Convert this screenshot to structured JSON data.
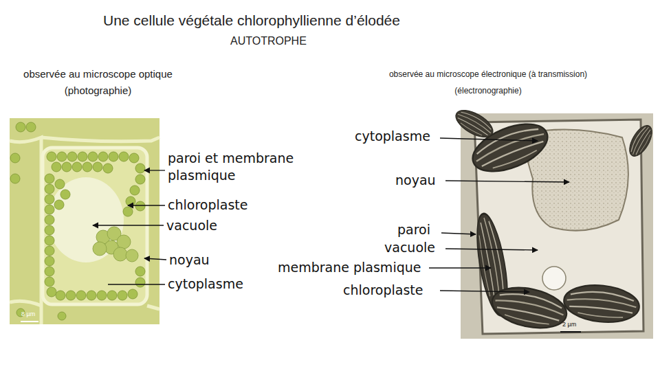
{
  "diagram": {
    "title": "Une cellule végétale chlorophyllienne d’élodée",
    "labels": [
      "AUTOTROPHE",
      "observée au microscope optique (photographie)",
      "observée au microscope électronique (à transmission) (électronographie)",
      "paroi et membrane plasmique",
      "chloroplaste",
      "vacuole",
      "noyau",
      "cytoplasme",
      "8 µm",
      "cytoplasme",
      "noyau",
      "paroi",
      "vacuole",
      "membrane plasmique",
      "chloroplaste",
      "2 µm"
    ]
  }
}
